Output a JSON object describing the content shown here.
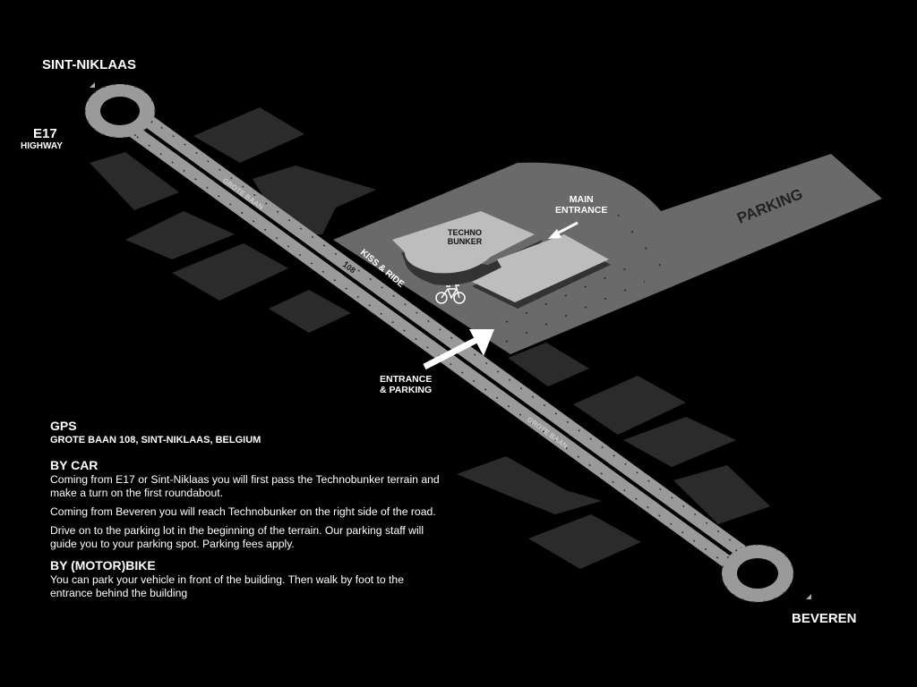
{
  "map": {
    "places": {
      "sint_niklaas": "SINT-NIKLAAS",
      "e17": "E17",
      "highway": "HIGHWAY",
      "beveren": "BEVEREN"
    },
    "road_labels": {
      "grote_baan_1": "GROTE BAAN",
      "grote_baan_2": "GROTE BAAN",
      "number": "108"
    },
    "kiss_ride": "KISS & RIDE",
    "building_line1": "TECHNO",
    "building_line2": "BUNKER",
    "main_entrance_1": "MAIN",
    "main_entrance_2": "ENTRANCE",
    "entrance_parking_1": "ENTRANCE",
    "entrance_parking_2": "& PARKING",
    "parking": "PARKING",
    "bike_icon": "bicycle-icon"
  },
  "info": {
    "gps_title": "GPS",
    "gps_address": "GROTE BAAN 108, SINT-NIKLAAS, BELGIUM",
    "car_title": "BY CAR",
    "car_p1": "Coming from E17 or Sint-Niklaas you will first pass the Technobunker terrain and make a turn on the first roundabout.",
    "car_p2": "Coming from Beveren you will reach Technobunker on the right side of the road.",
    "car_p3": "Drive on to the parking lot in the beginning of the terrain. Our parking staff will guide you to your parking spot. Parking fees apply.",
    "bike_title": "BY (MOTOR)BIKE",
    "bike_p1": "You can park your vehicle in front of the building. Then walk by foot to the entrance behind the building"
  },
  "colors": {
    "background": "#000000",
    "road": "#9a9a9a",
    "terrain": "#6a6a6a",
    "building": "#bdbdbd",
    "block": "#2b2b2b"
  }
}
